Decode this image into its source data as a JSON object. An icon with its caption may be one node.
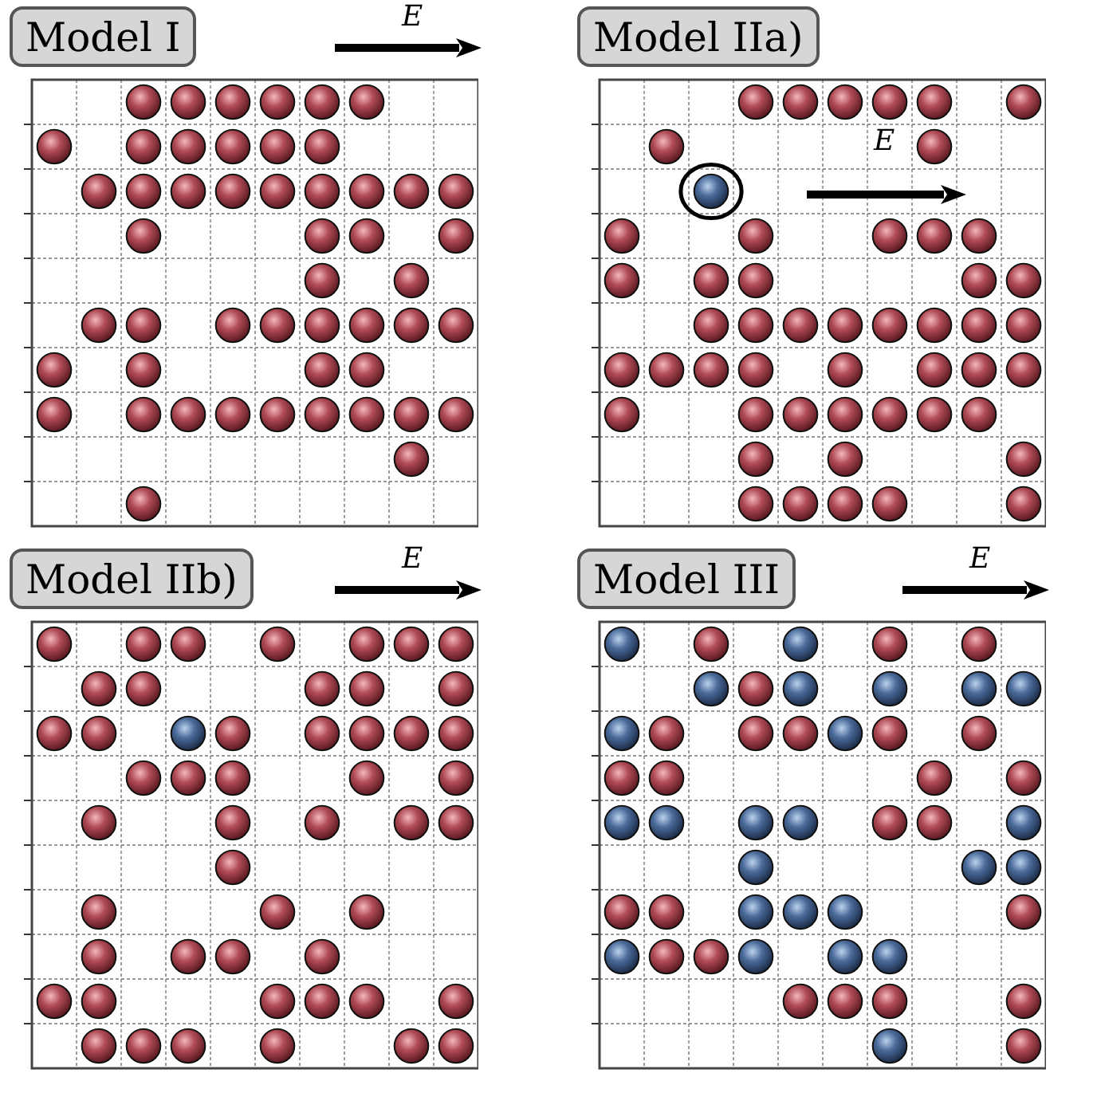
{
  "diagram": {
    "nodes": [
      {
        "text": [
          "Model I"
        ]
      },
      {
        "text": [
          "Model IIa)"
        ]
      },
      {
        "text": [
          "Model IIb)"
        ]
      },
      {
        "text": [
          "Model III"
        ]
      }
    ],
    "labels": [
      "E",
      "E",
      "E",
      "E"
    ]
  }
}
